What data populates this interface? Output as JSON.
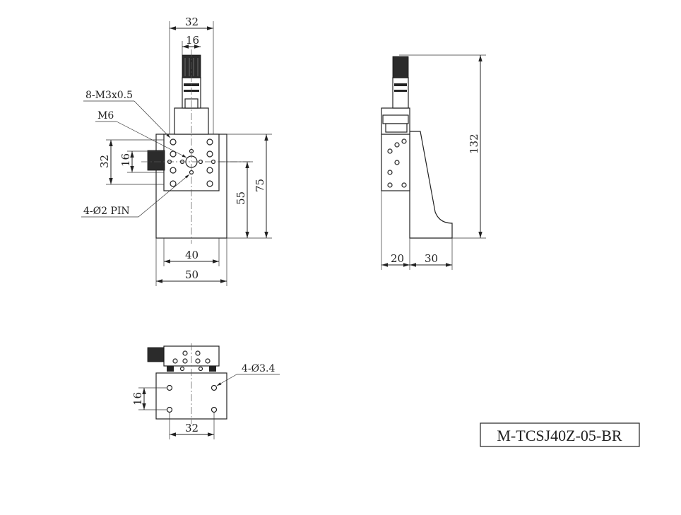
{
  "front_view": {
    "dim_top_width": "32",
    "dim_top_half": "16",
    "dim_left_outer": "32",
    "dim_left_inner": "16",
    "dim_height_center": "55",
    "dim_height_total": "75",
    "dim_bottom_inner": "40",
    "dim_bottom_outer": "50",
    "label_threads": "8-M3x0.5",
    "label_center_thread": "M6",
    "label_pins": "4-Ø2 PIN"
  },
  "side_view": {
    "dim_total_height": "132",
    "dim_base_a": "20",
    "dim_base_b": "30"
  },
  "bottom_view": {
    "label_holes": "4-Ø3.4",
    "dim_vertical": "16",
    "dim_horizontal": "32"
  },
  "part_number": "M-TCSJ40Z-05-BR"
}
